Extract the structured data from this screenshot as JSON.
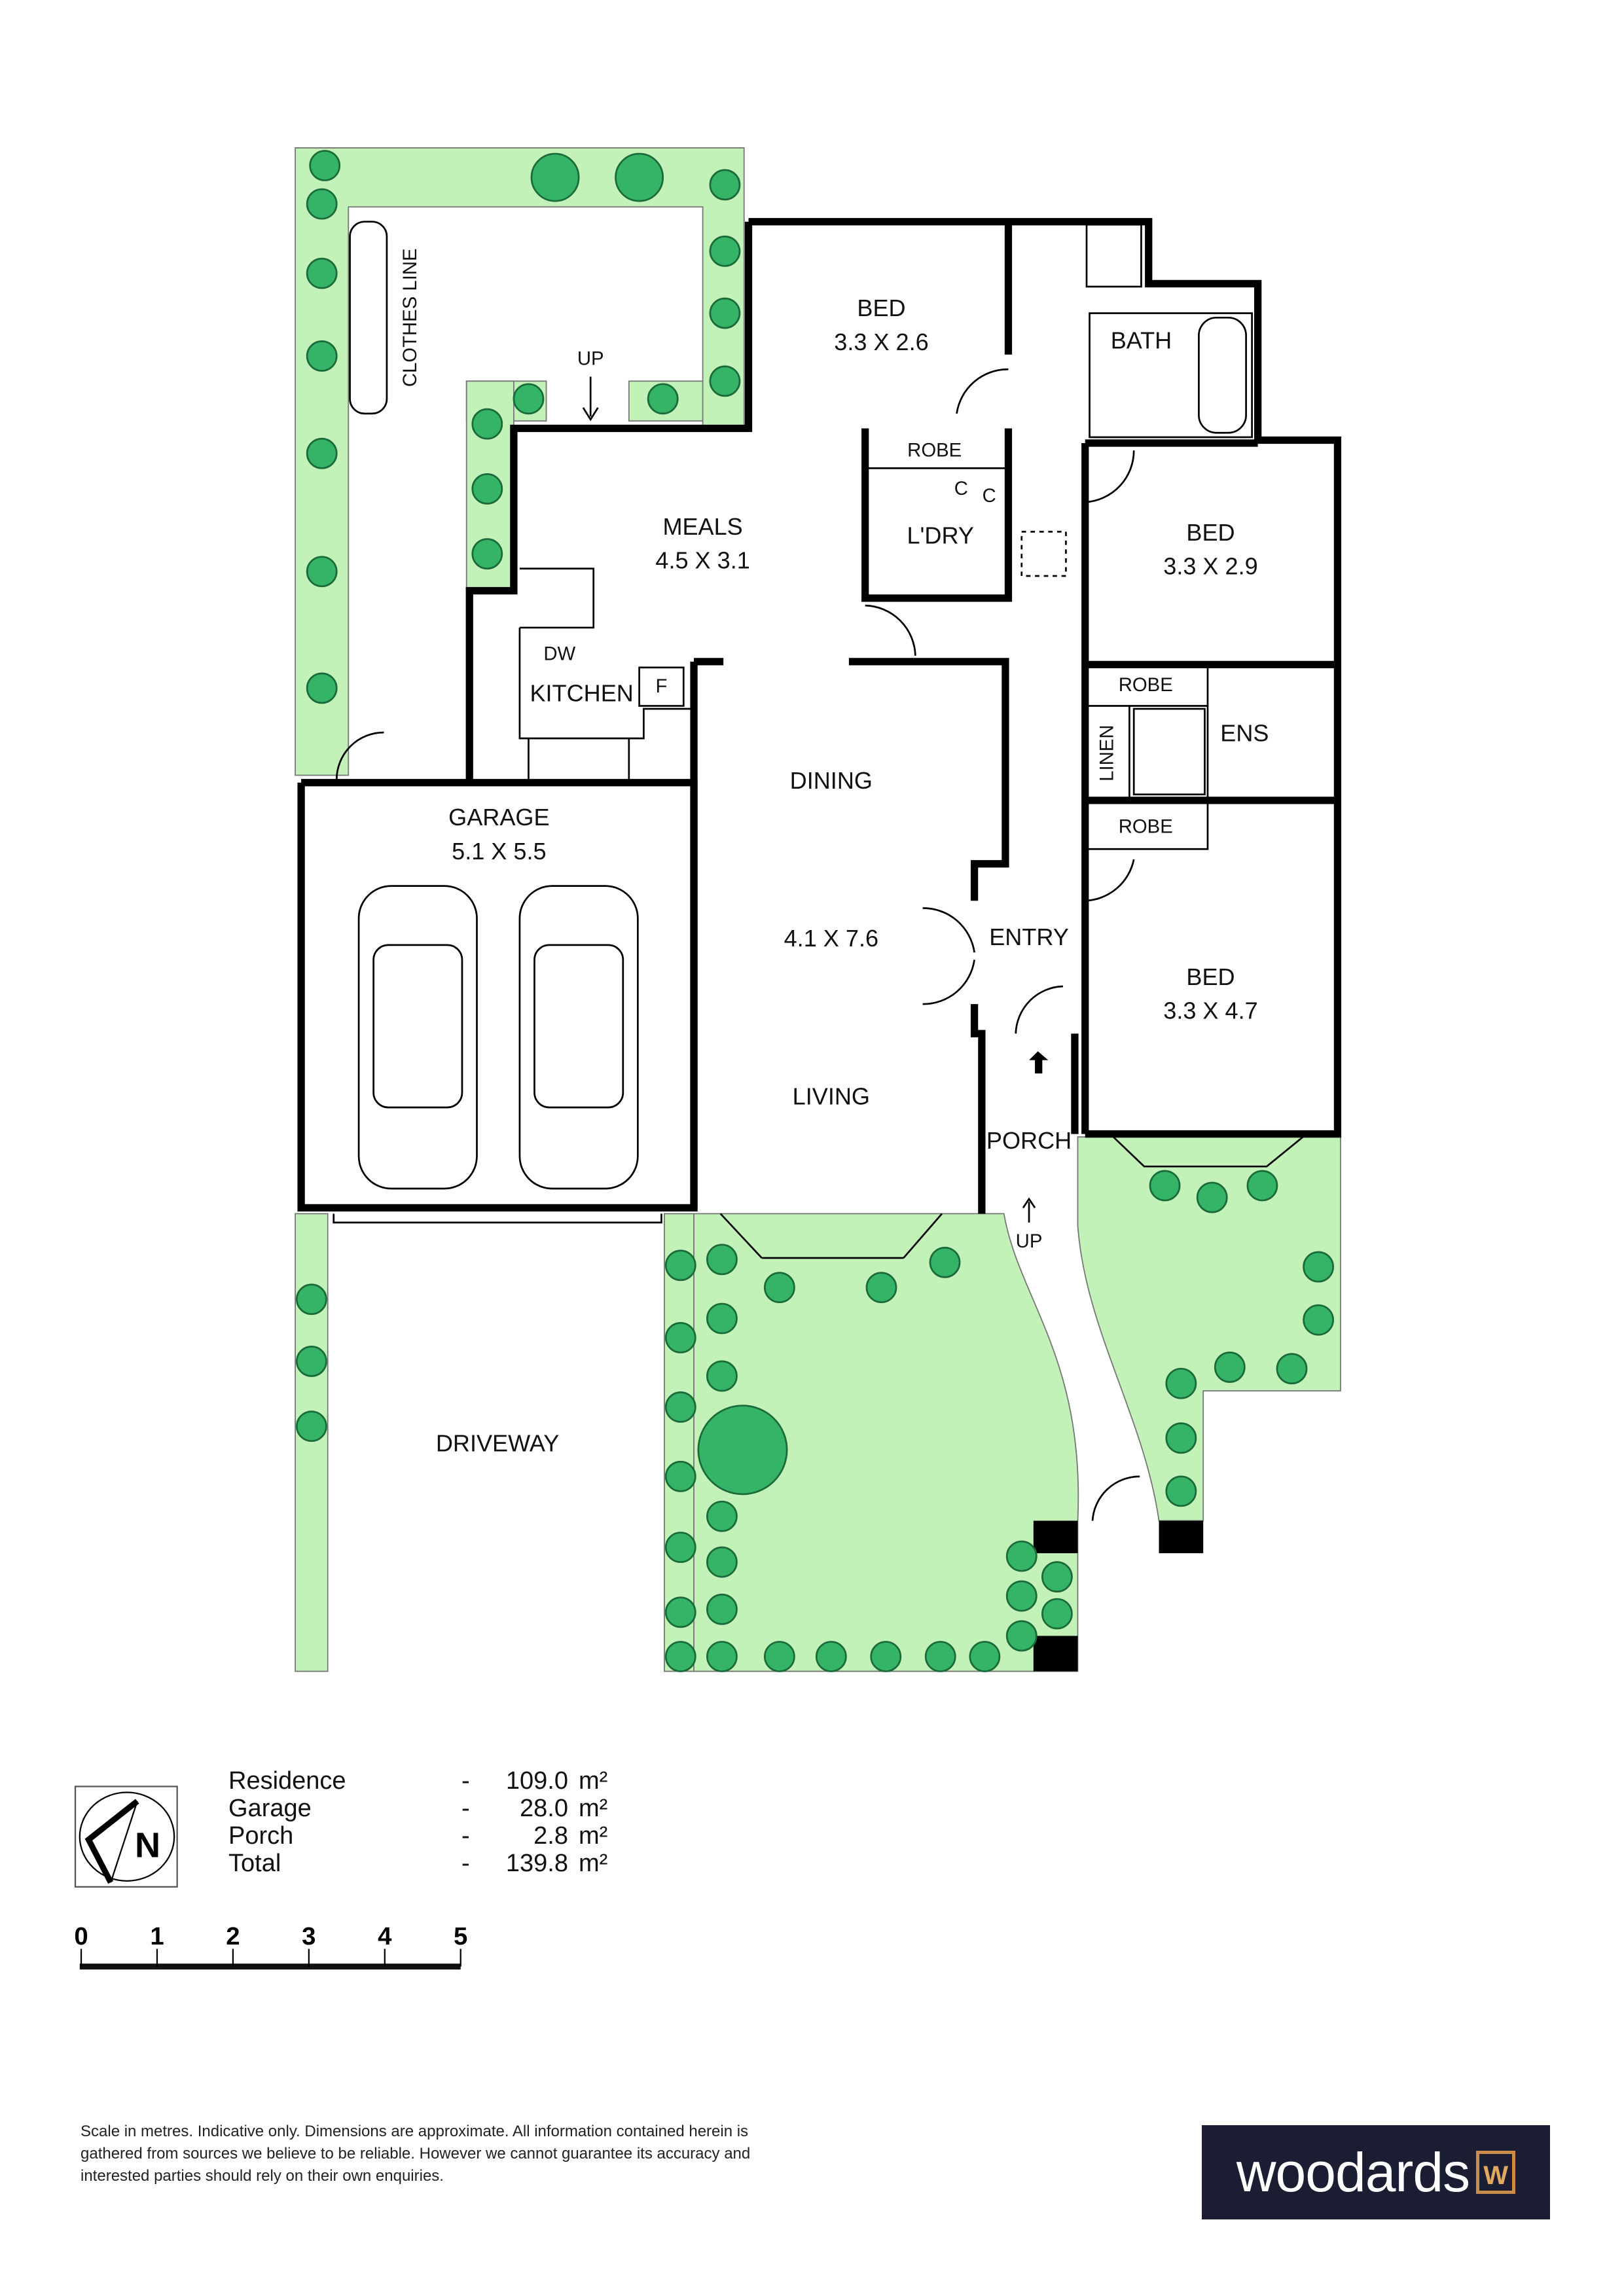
{
  "rooms": {
    "bed1": {
      "name": "BED",
      "dims": "3.3 X 2.6"
    },
    "bath": {
      "name": "BATH"
    },
    "robe1": {
      "name": "ROBE"
    },
    "laundry": {
      "name": "L'DRY"
    },
    "cupboard1": "C",
    "cupboard2": "C",
    "meals": {
      "name": "MEALS",
      "dims": "4.5 X 3.1"
    },
    "dw": "DW",
    "kitchen": {
      "name": "KITCHEN"
    },
    "fridge": "F",
    "bed2": {
      "name": "BED",
      "dims": "3.3 X 2.9"
    },
    "robe2": {
      "name": "ROBE"
    },
    "ens": {
      "name": "ENS"
    },
    "linen": {
      "name": "LINEN"
    },
    "robe3": {
      "name": "ROBE"
    },
    "bed3": {
      "name": "BED",
      "dims": "3.3 X 4.7"
    },
    "garage": {
      "name": "GARAGE",
      "dims": "5.1 X 5.5"
    },
    "dining": {
      "name": "DINING"
    },
    "living_dims": "4.1 X 7.6",
    "living": {
      "name": "LIVING"
    },
    "entry": {
      "name": "ENTRY"
    },
    "porch": {
      "name": "PORCH"
    },
    "driveway": {
      "name": "DRIVEWAY"
    },
    "clothes_line": "CLOTHES LINE",
    "up_back": "UP",
    "up_front": "UP"
  },
  "areas": [
    {
      "label": "Residence",
      "sep": "-",
      "value": "109.0",
      "unit": "m²"
    },
    {
      "label": "Garage",
      "sep": "-",
      "value": "28.0",
      "unit": "m²"
    },
    {
      "label": "Porch",
      "sep": "-",
      "value": "2.8",
      "unit": "m²"
    },
    {
      "label": "Total",
      "sep": "-",
      "value": "139.8",
      "unit": "m²"
    }
  ],
  "compass": {
    "letter": "N"
  },
  "scale": {
    "ticks": [
      "0",
      "1",
      "2",
      "3",
      "4",
      "5"
    ],
    "unit": "metres"
  },
  "disclaimer": "Scale in metres. Indicative only. Dimensions are approximate. All information contained herein is gathered from sources we believe to be reliable. However we cannot guarantee its accuracy and interested parties should rely on their own enquiries.",
  "brand": {
    "name": "woodards",
    "mark": "W",
    "bg": "#1b1e33",
    "accent": "#c98d4a"
  },
  "colors": {
    "garden": "#c2f2b8",
    "tree": "#35b468"
  }
}
